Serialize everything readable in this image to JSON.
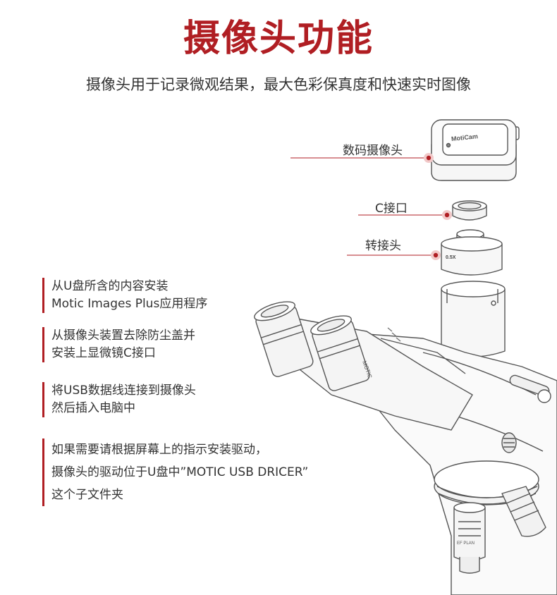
{
  "header": {
    "title": "摄像头功能",
    "subtitle": "摄像头用于记录微观结果，最大色彩保真度和快速实时图像"
  },
  "callouts": {
    "camera": "数码摄像头",
    "c_mount": "C接口",
    "adapter": "转接头"
  },
  "device_marks": {
    "camera_brand": "MotiCam",
    "adapter_mag": "0.5X",
    "microscope_brand": "MOTIC",
    "objective_label": "EF PLAN"
  },
  "steps": [
    {
      "lines": [
        "从U盘所含的内容安装",
        "Motic Images Plus应用程序"
      ]
    },
    {
      "lines": [
        "从摄像头装置去除防尘盖并",
        "安装上显微镜C接口"
      ]
    },
    {
      "lines": [
        "将USB数据线连接到摄像头",
        "然后插入电脑中"
      ]
    },
    {
      "lines": [
        "如果需要请根据屏幕上的指示安装驱动，",
        "摄像头的驱动位于U盘中”MOTIC USB DRICER”",
        "这个子文件夹"
      ]
    }
  ],
  "colors": {
    "accent": "#b01e23",
    "text": "#333333",
    "line": "#555555"
  }
}
